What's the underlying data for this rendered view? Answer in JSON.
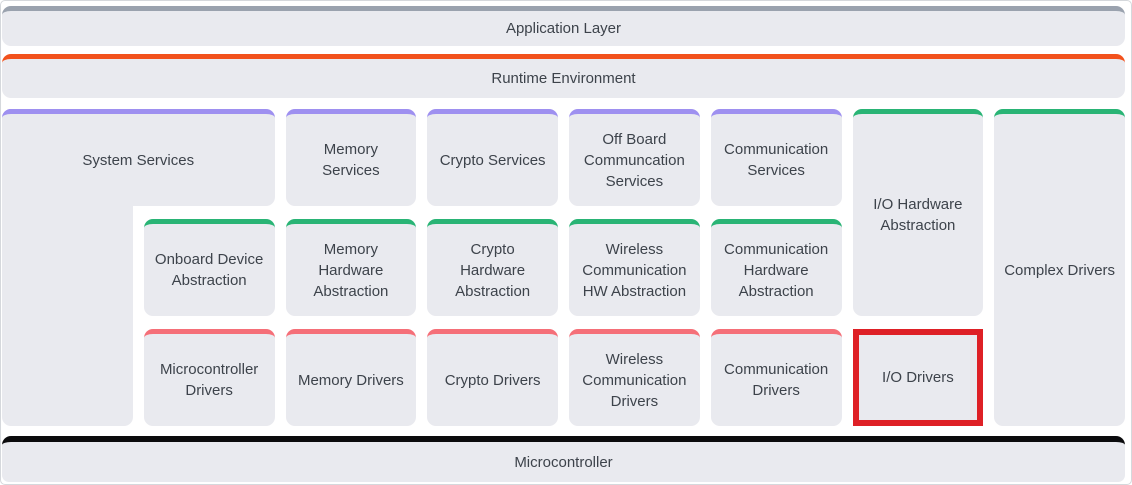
{
  "colors": {
    "application_layer_accent": "#9aa2ae",
    "runtime_accent": "#f2511c",
    "microcontroller_accent": "#0b0b0d",
    "services_purple": "#9e90f0",
    "hw_abstraction_green": "#29b475",
    "drivers_red": "#f56f78",
    "highlight_red": "#de2026",
    "block_background": "#e9eaef",
    "label_text": "#3d434b"
  },
  "bars": {
    "application_layer": "Application Layer",
    "runtime_environment": "Runtime Environment",
    "microcontroller": "Microcontroller"
  },
  "grid": {
    "cells": [
      {
        "id": "system-services-extension",
        "label": "",
        "accent": "services_purple",
        "col": 1,
        "row": 1,
        "rowspan": 3
      },
      {
        "id": "block-system-services",
        "label": "System Services",
        "accent": "services_purple",
        "col": 1,
        "colspan": 2,
        "row": 1
      },
      {
        "id": "block-memory-services",
        "label": "Memory\nServices",
        "accent": "services_purple",
        "col": 3,
        "row": 1
      },
      {
        "id": "block-crypto-services",
        "label": "Crypto Services",
        "accent": "services_purple",
        "col": 4,
        "row": 1
      },
      {
        "id": "block-offboard-communcation-services",
        "label": "Off Board\nCommuncation\nServices",
        "accent": "services_purple",
        "col": 5,
        "row": 1
      },
      {
        "id": "block-communication-services",
        "label": "Communication\nServices",
        "accent": "services_purple",
        "col": 6,
        "row": 1
      },
      {
        "id": "block-io-hardware-abstraction",
        "label": "I/O Hardware\nAbstraction",
        "accent": "hw_abstraction_green",
        "col": 7,
        "row": 1,
        "rowspan": 2
      },
      {
        "id": "block-complex-drivers",
        "label": "Complex Drivers",
        "accent": "hw_abstraction_green",
        "col": 8,
        "row": 1,
        "rowspan": 3
      },
      {
        "id": "block-onboard-device-abstraction",
        "label": "Onboard Device\nAbstraction",
        "accent": "hw_abstraction_green",
        "col": 2,
        "row": 2
      },
      {
        "id": "block-memory-hardware-abstraction",
        "label": "Memory\nHardware\nAbstraction",
        "accent": "hw_abstraction_green",
        "col": 3,
        "row": 2
      },
      {
        "id": "block-crypto-hardware-abstraction",
        "label": "Crypto\nHardware\nAbstraction",
        "accent": "hw_abstraction_green",
        "col": 4,
        "row": 2
      },
      {
        "id": "block-wireless-communication-hw-abstraction",
        "label": "Wireless\nCommunication\nHW Abstraction",
        "accent": "hw_abstraction_green",
        "col": 5,
        "row": 2
      },
      {
        "id": "block-communication-hardware-abstraction",
        "label": "Communication\nHardware\nAbstraction",
        "accent": "hw_abstraction_green",
        "col": 6,
        "row": 2
      },
      {
        "id": "block-microcontroller-drivers",
        "label": "Microcontroller\nDrivers",
        "accent": "drivers_red",
        "col": 2,
        "row": 3
      },
      {
        "id": "block-memory-drivers",
        "label": "Memory Drivers",
        "accent": "drivers_red",
        "col": 3,
        "row": 3
      },
      {
        "id": "block-crypto-drivers",
        "label": "Crypto Drivers",
        "accent": "drivers_red",
        "col": 4,
        "row": 3
      },
      {
        "id": "block-wireless-communication-drivers",
        "label": "Wireless\nCommunication\nDrivers",
        "accent": "drivers_red",
        "col": 5,
        "row": 3
      },
      {
        "id": "block-communication-drivers",
        "label": "Communication\nDrivers",
        "accent": "drivers_red",
        "col": 6,
        "row": 3
      },
      {
        "id": "block-io-drivers",
        "label": "I/O Drivers",
        "col": 7,
        "row": 3,
        "highlight": true
      }
    ]
  }
}
